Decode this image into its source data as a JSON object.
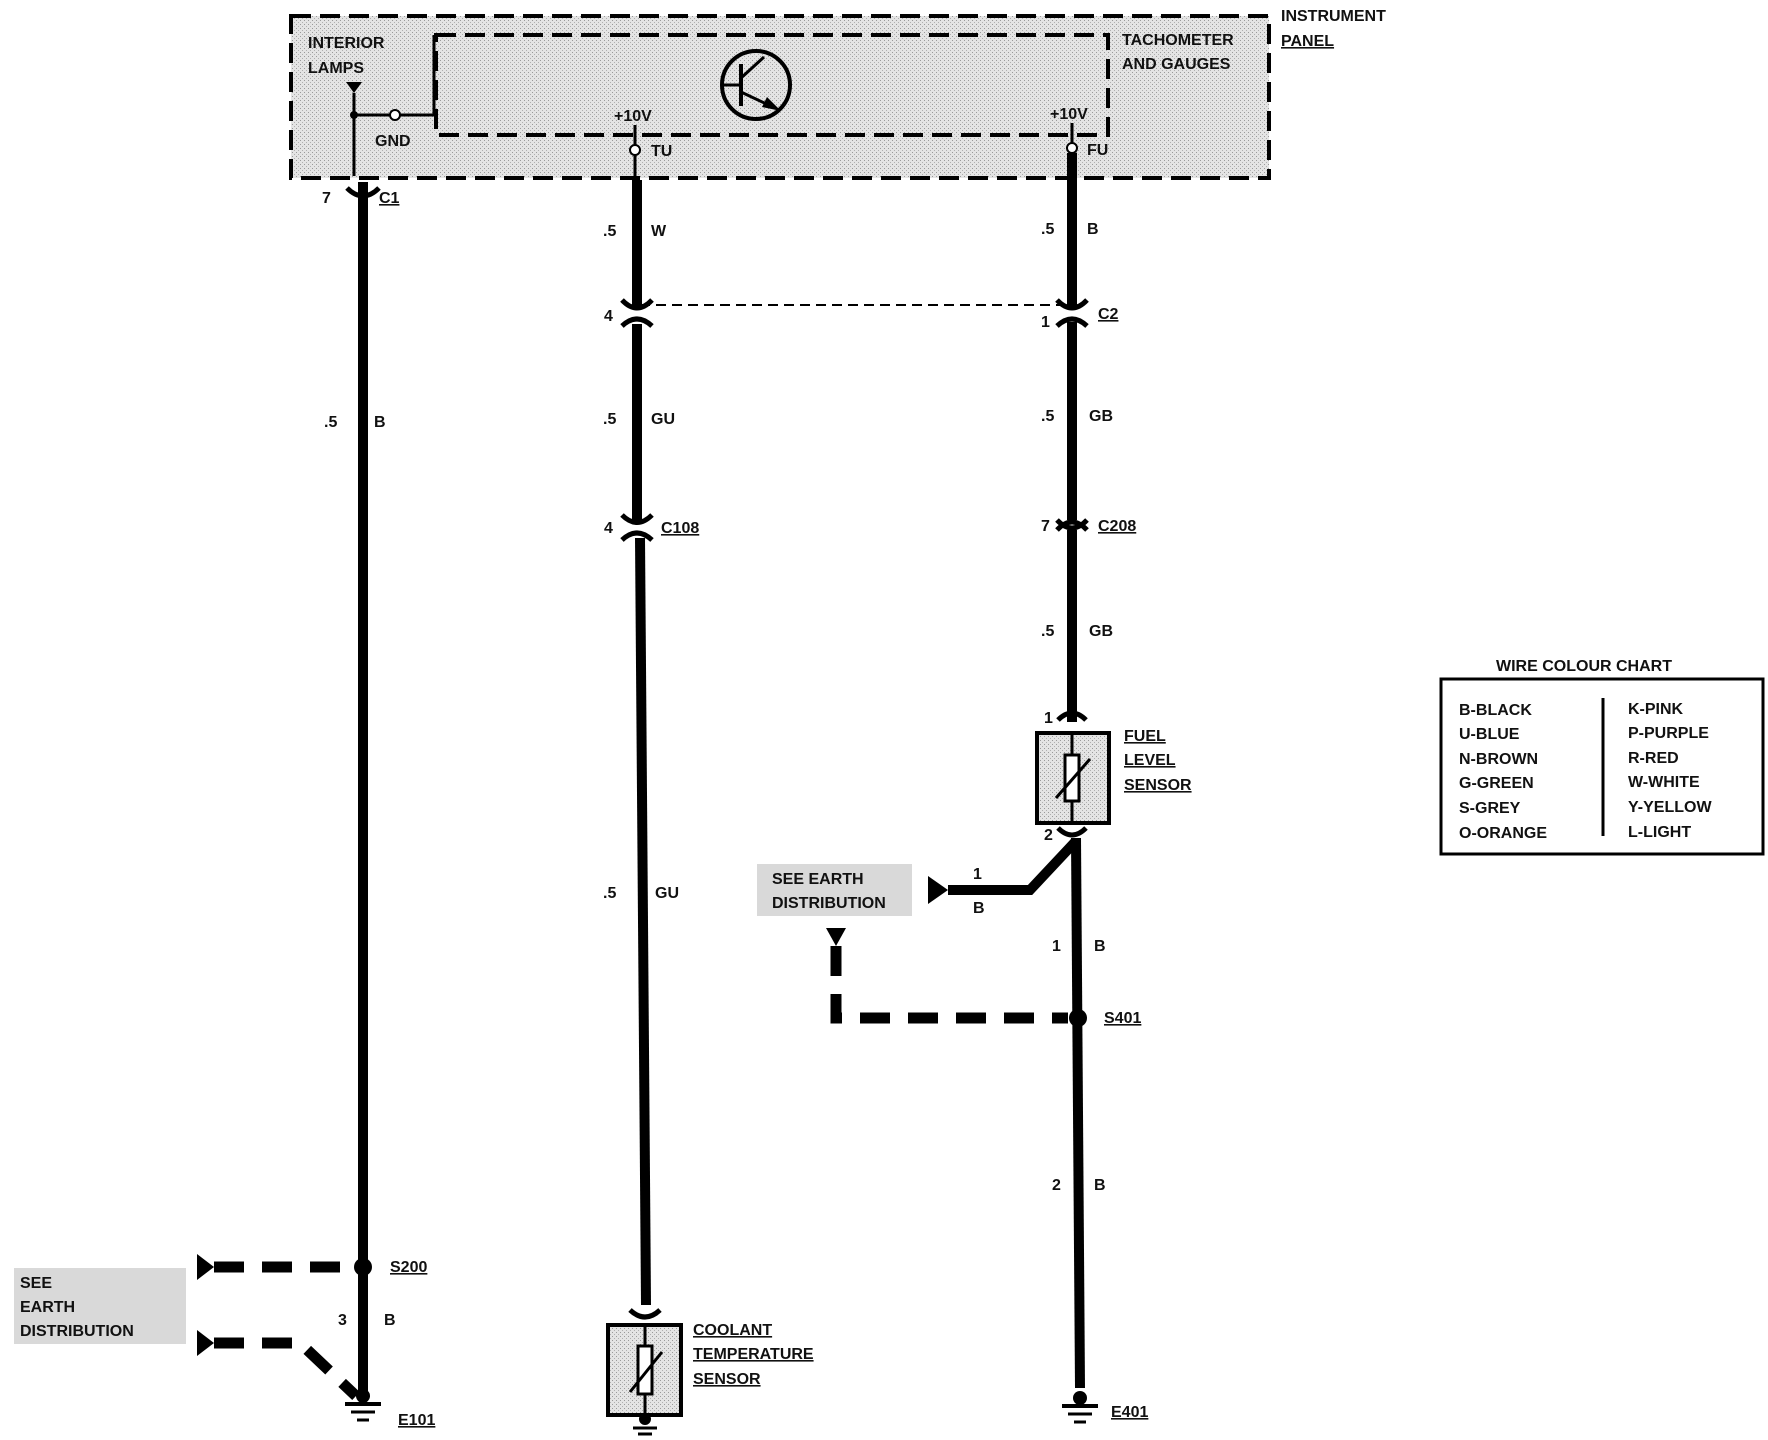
{
  "panel": {
    "instrument_panel": [
      "INSTRUMENT",
      "PANEL"
    ],
    "tach": [
      "TACHOMETER",
      "AND GAUGES"
    ],
    "interior": [
      "INTERIOR",
      "LAMPS"
    ],
    "gnd": "GND",
    "v10_left": "+10V",
    "v10_right": "+10V",
    "tu": "TU",
    "fu": "FU"
  },
  "connectors": {
    "c1": "C1",
    "c1_pin": "7",
    "c2": "C2",
    "c2_pin_left": "4",
    "c2_pin_right": "1",
    "c108": "C108",
    "c108_pin": "4",
    "c208": "C208",
    "c208_pin": "7"
  },
  "wire_labels": {
    "left_size": ".5",
    "left_color": "B",
    "mid_top_size": ".5",
    "mid_top_color": "W",
    "mid_2_size": ".5",
    "mid_2_color": "GU",
    "mid_3_size": ".5",
    "mid_3_color": "GU",
    "right_top_size": ".5",
    "right_top_color": "B",
    "right_2_size": ".5",
    "right_2_color": "GB",
    "right_3_size": ".5",
    "right_3_color": "GB",
    "branch_size": "1",
    "branch_color": "B",
    "right_4_size": "1",
    "right_4_color": "B",
    "right_5_size": "2",
    "right_5_color": "B",
    "left_bottom_size": "3",
    "left_bottom_color": "B"
  },
  "sensors": {
    "fuel": [
      "FUEL",
      "LEVEL",
      "SENSOR"
    ],
    "fuel_pin_top": "1",
    "fuel_pin_bottom": "2",
    "coolant": [
      "COOLANT",
      "TEMPERATURE",
      "SENSOR"
    ]
  },
  "earth": {
    "see_right": [
      "SEE EARTH",
      "DISTRIBUTION"
    ],
    "see_left": [
      "SEE",
      "EARTH",
      "DISTRIBUTION"
    ],
    "s200": "S200",
    "s401": "S401",
    "e101": "E101",
    "e401": "E401"
  },
  "colour_chart": {
    "title": "WIRE COLOUR CHART",
    "left": [
      "B-BLACK",
      "U-BLUE",
      "N-BROWN",
      "G-GREEN",
      "S-GREY",
      "O-ORANGE"
    ],
    "right": [
      "K-PINK",
      "P-PURPLE",
      "R-RED",
      "W-WHITE",
      "Y-YELLOW",
      "L-LIGHT"
    ]
  }
}
